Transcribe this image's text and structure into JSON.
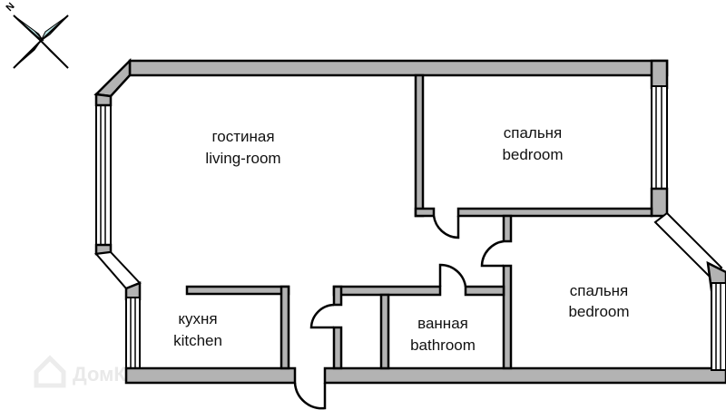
{
  "plan": {
    "rooms": [
      {
        "id": "living-room",
        "name_ru": "гостиная",
        "name_en": "living-room"
      },
      {
        "id": "bedroom-1",
        "name_ru": "спальня",
        "name_en": "bedroom"
      },
      {
        "id": "bedroom-2",
        "name_ru": "спальня",
        "name_en": "bedroom"
      },
      {
        "id": "kitchen",
        "name_ru": "кухня",
        "name_en": "kitchen"
      },
      {
        "id": "bathroom",
        "name_ru": "ванная",
        "name_en": "bathroom"
      }
    ],
    "compass": {
      "label": "N"
    },
    "watermark": {
      "text": "ДомКлик"
    },
    "colors": {
      "wall": "#b3b3b3",
      "outline": "#000000",
      "compass_fill": "#b8e4e4",
      "background": "#ffffff"
    }
  }
}
